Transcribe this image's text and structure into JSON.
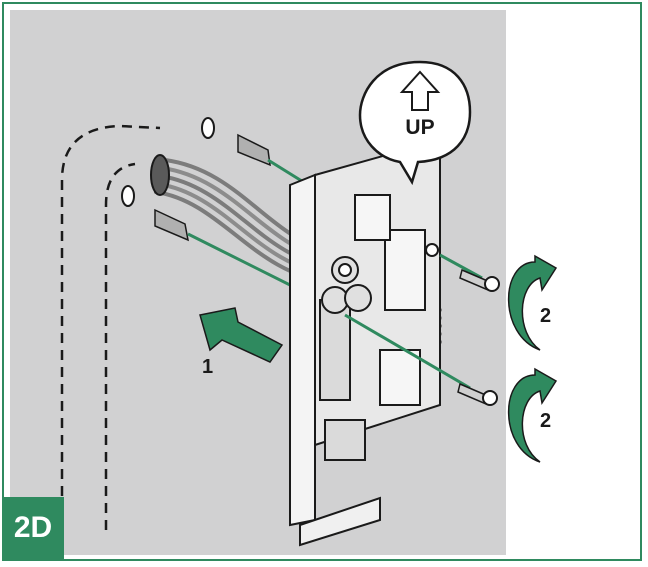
{
  "figure": {
    "badge": "2D",
    "up_label": "UP",
    "step_push": "1",
    "step_screw_top": "2",
    "step_screw_bottom": "2",
    "icons": [
      "up-arrow-icon",
      "rotate-arrow-icon",
      "push-arrow-icon"
    ],
    "colors": {
      "accent": "#2f8a5f",
      "panel": "#d1d1d2",
      "device": "#f2f2f2",
      "outline": "#1a1a1a"
    }
  }
}
